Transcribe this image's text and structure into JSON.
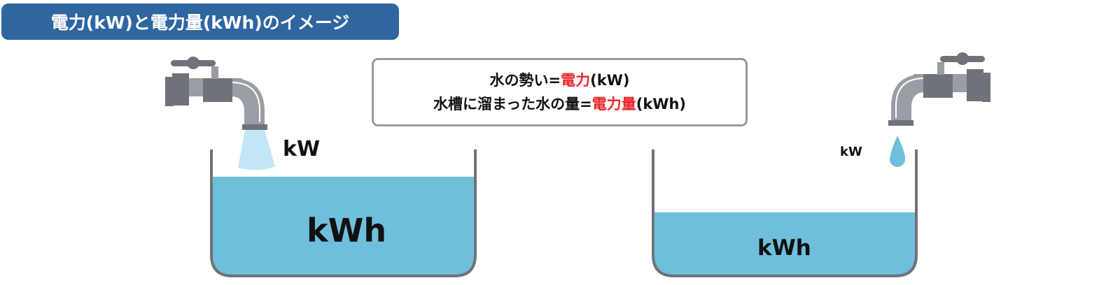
{
  "title": "電力(kW)と電力量(kWh)のイメージ",
  "explanation": {
    "line1_prefix": "水の勢い=",
    "line1_highlight": "電力",
    "line1_suffix": "(kW)",
    "line2_prefix": "水槽に溜まった水の量=",
    "line2_highlight": "電力量",
    "line2_suffix": "(kWh)"
  },
  "left": {
    "flow_label": "kW",
    "tank_label": "kWh",
    "water_level_fraction": 0.78
  },
  "right": {
    "flow_label": "kW",
    "tank_label": "kWh",
    "water_level_fraction": 0.5
  },
  "colors": {
    "banner": "#2f66a2",
    "highlight": "#e8262a",
    "water": "#6fbfdc",
    "faucet": "#6f7278"
  }
}
